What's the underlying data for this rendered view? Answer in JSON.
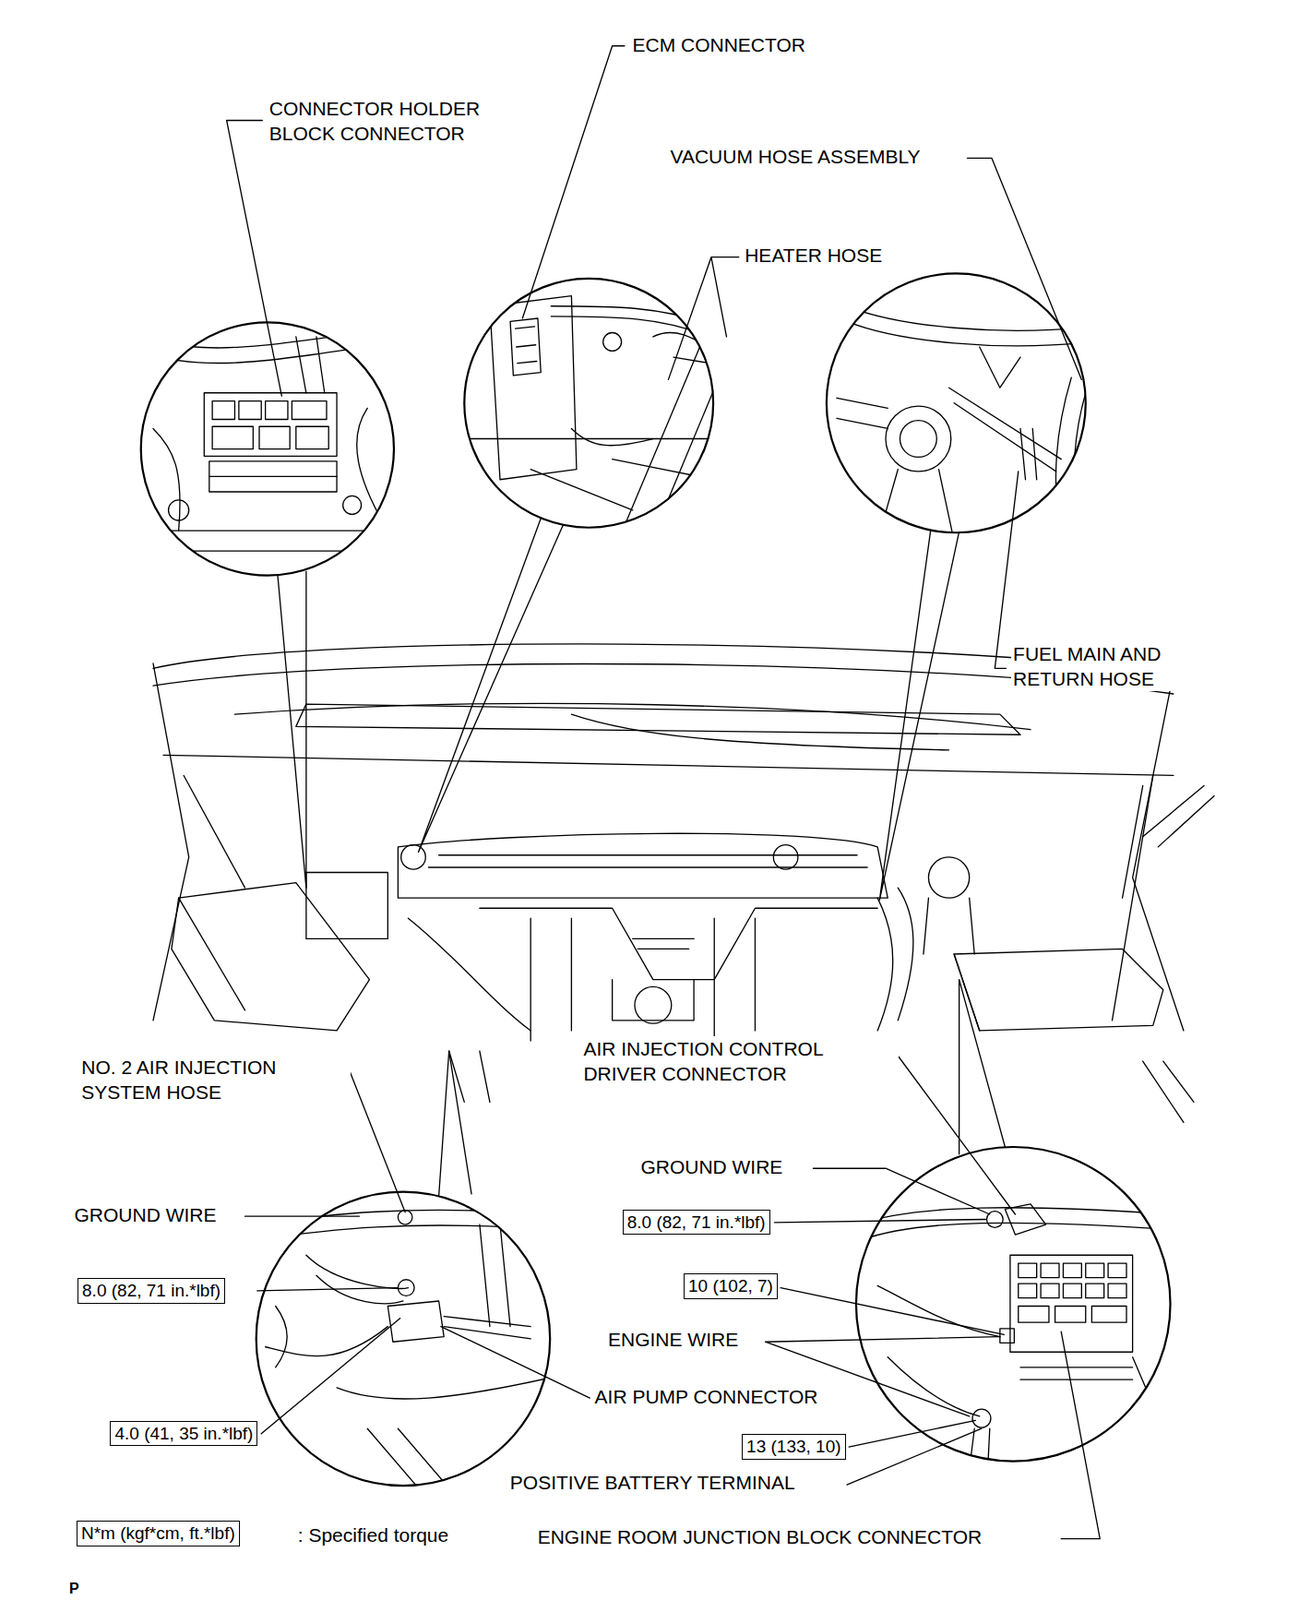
{
  "diagram": {
    "labels": [
      "CONNECTOR HOLDER BLOCK CONNECTOR",
      "ECM CONNECTOR",
      "VACUUM HOSE ASSEMBLY",
      "HEATER HOSE",
      "FUEL MAIN AND RETURN HOSE",
      "NO. 2 AIR INJECTION SYSTEM HOSE",
      "AIR INJECTION CONTROL DRIVER CONNECTOR",
      "GROUND WIRE",
      "8.0 (82, 71 in.*lbf)",
      "AIR PUMP CONNECTOR",
      "4.0 (41, 35 in.*lbf)",
      "GROUND WIRE",
      "8.0 (82, 71 in.*lbf)",
      "10 (102, 7)",
      "ENGINE WIRE",
      "13 (133, 10)",
      "POSITIVE BATTERY TERMINAL",
      "ENGINE ROOM JUNCTION BLOCK CONNECTOR",
      "N*m (kgf*cm, ft.*lbf)",
      ": Specified torque",
      "P"
    ]
  }
}
